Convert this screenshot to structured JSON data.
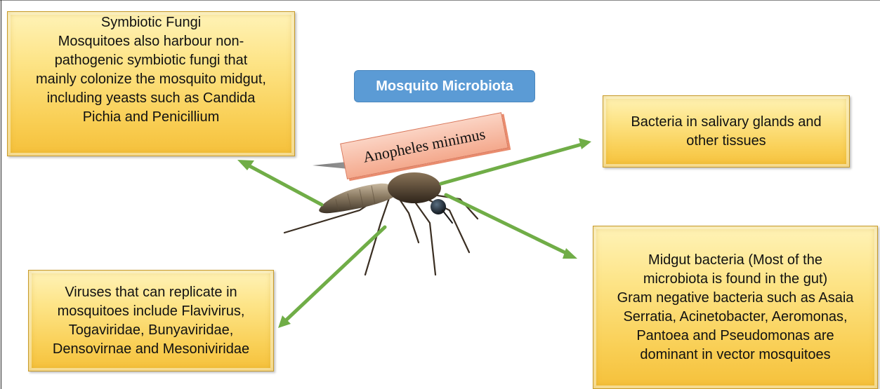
{
  "title": "Mosquito Microbiota",
  "species": "Anopheles minimus",
  "boxes": {
    "fungi": {
      "lines": [
        "Symbiotic Fungi",
        "Mosquitoes also harbour non-",
        "pathogenic symbiotic fungi that",
        "mainly colonize the mosquito midgut,",
        "including yeasts such as Candida",
        "Pichia and Penicillium"
      ]
    },
    "salivary": {
      "lines": [
        "Bacteria in salivary glands and",
        "other tissues"
      ]
    },
    "midgut": {
      "lines": [
        "Midgut bacteria (Most of the",
        "microbiota is found in the gut)",
        "Gram negative bacteria such as Asaia",
        "Serratia, Acinetobacter, Aeromonas,",
        "Pantoea and Pseudomonas are",
        "dominant in vector mosquitoes"
      ]
    },
    "viruses": {
      "lines": [
        "Viruses that can replicate in",
        "mosquitoes include Flavivirus,",
        "Togaviridae, Bunyaviridae,",
        "Densovirnae and Mesoniviridae"
      ]
    }
  },
  "colors": {
    "arrow": "#70ad47",
    "title_bg": "#5b9bd5",
    "box_fill": "#fbd55f",
    "species_fill": "#f4a98d"
  },
  "icons": {
    "mosquito": "mosquito-illustration"
  }
}
